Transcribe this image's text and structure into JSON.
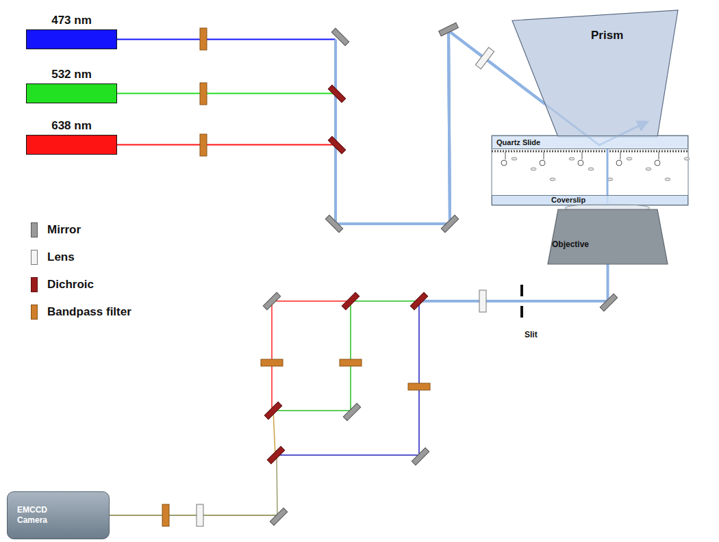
{
  "diagram": {
    "nodes": [
      {
        "text": [
          "473 nm"
        ]
      },
      {
        "text": [
          "532 nm"
        ]
      },
      {
        "text": [
          "638 nm"
        ]
      },
      {
        "text": [
          "Prism"
        ]
      },
      {
        "text": [
          "Quartz Slide"
        ]
      },
      {
        "text": [
          "Coverslip"
        ]
      },
      {
        "text": [
          "Objective"
        ]
      },
      {
        "text": [
          "EMCCD Camera"
        ]
      }
    ],
    "edges": [
      {
        "from": 0,
        "to": 3,
        "arrow": "none"
      },
      {
        "from": 1,
        "to": 3,
        "arrow": "none"
      },
      {
        "from": 2,
        "to": 3,
        "arrow": "none"
      },
      {
        "from": 6,
        "to": 7,
        "arrow": "none"
      }
    ],
    "labels": [
      "Slit"
    ],
    "legend": [
      {
        "text": "Mirror"
      },
      {
        "text": "Lens"
      },
      {
        "text": "Dichroic"
      },
      {
        "text": "Bandpass filter"
      }
    ]
  }
}
